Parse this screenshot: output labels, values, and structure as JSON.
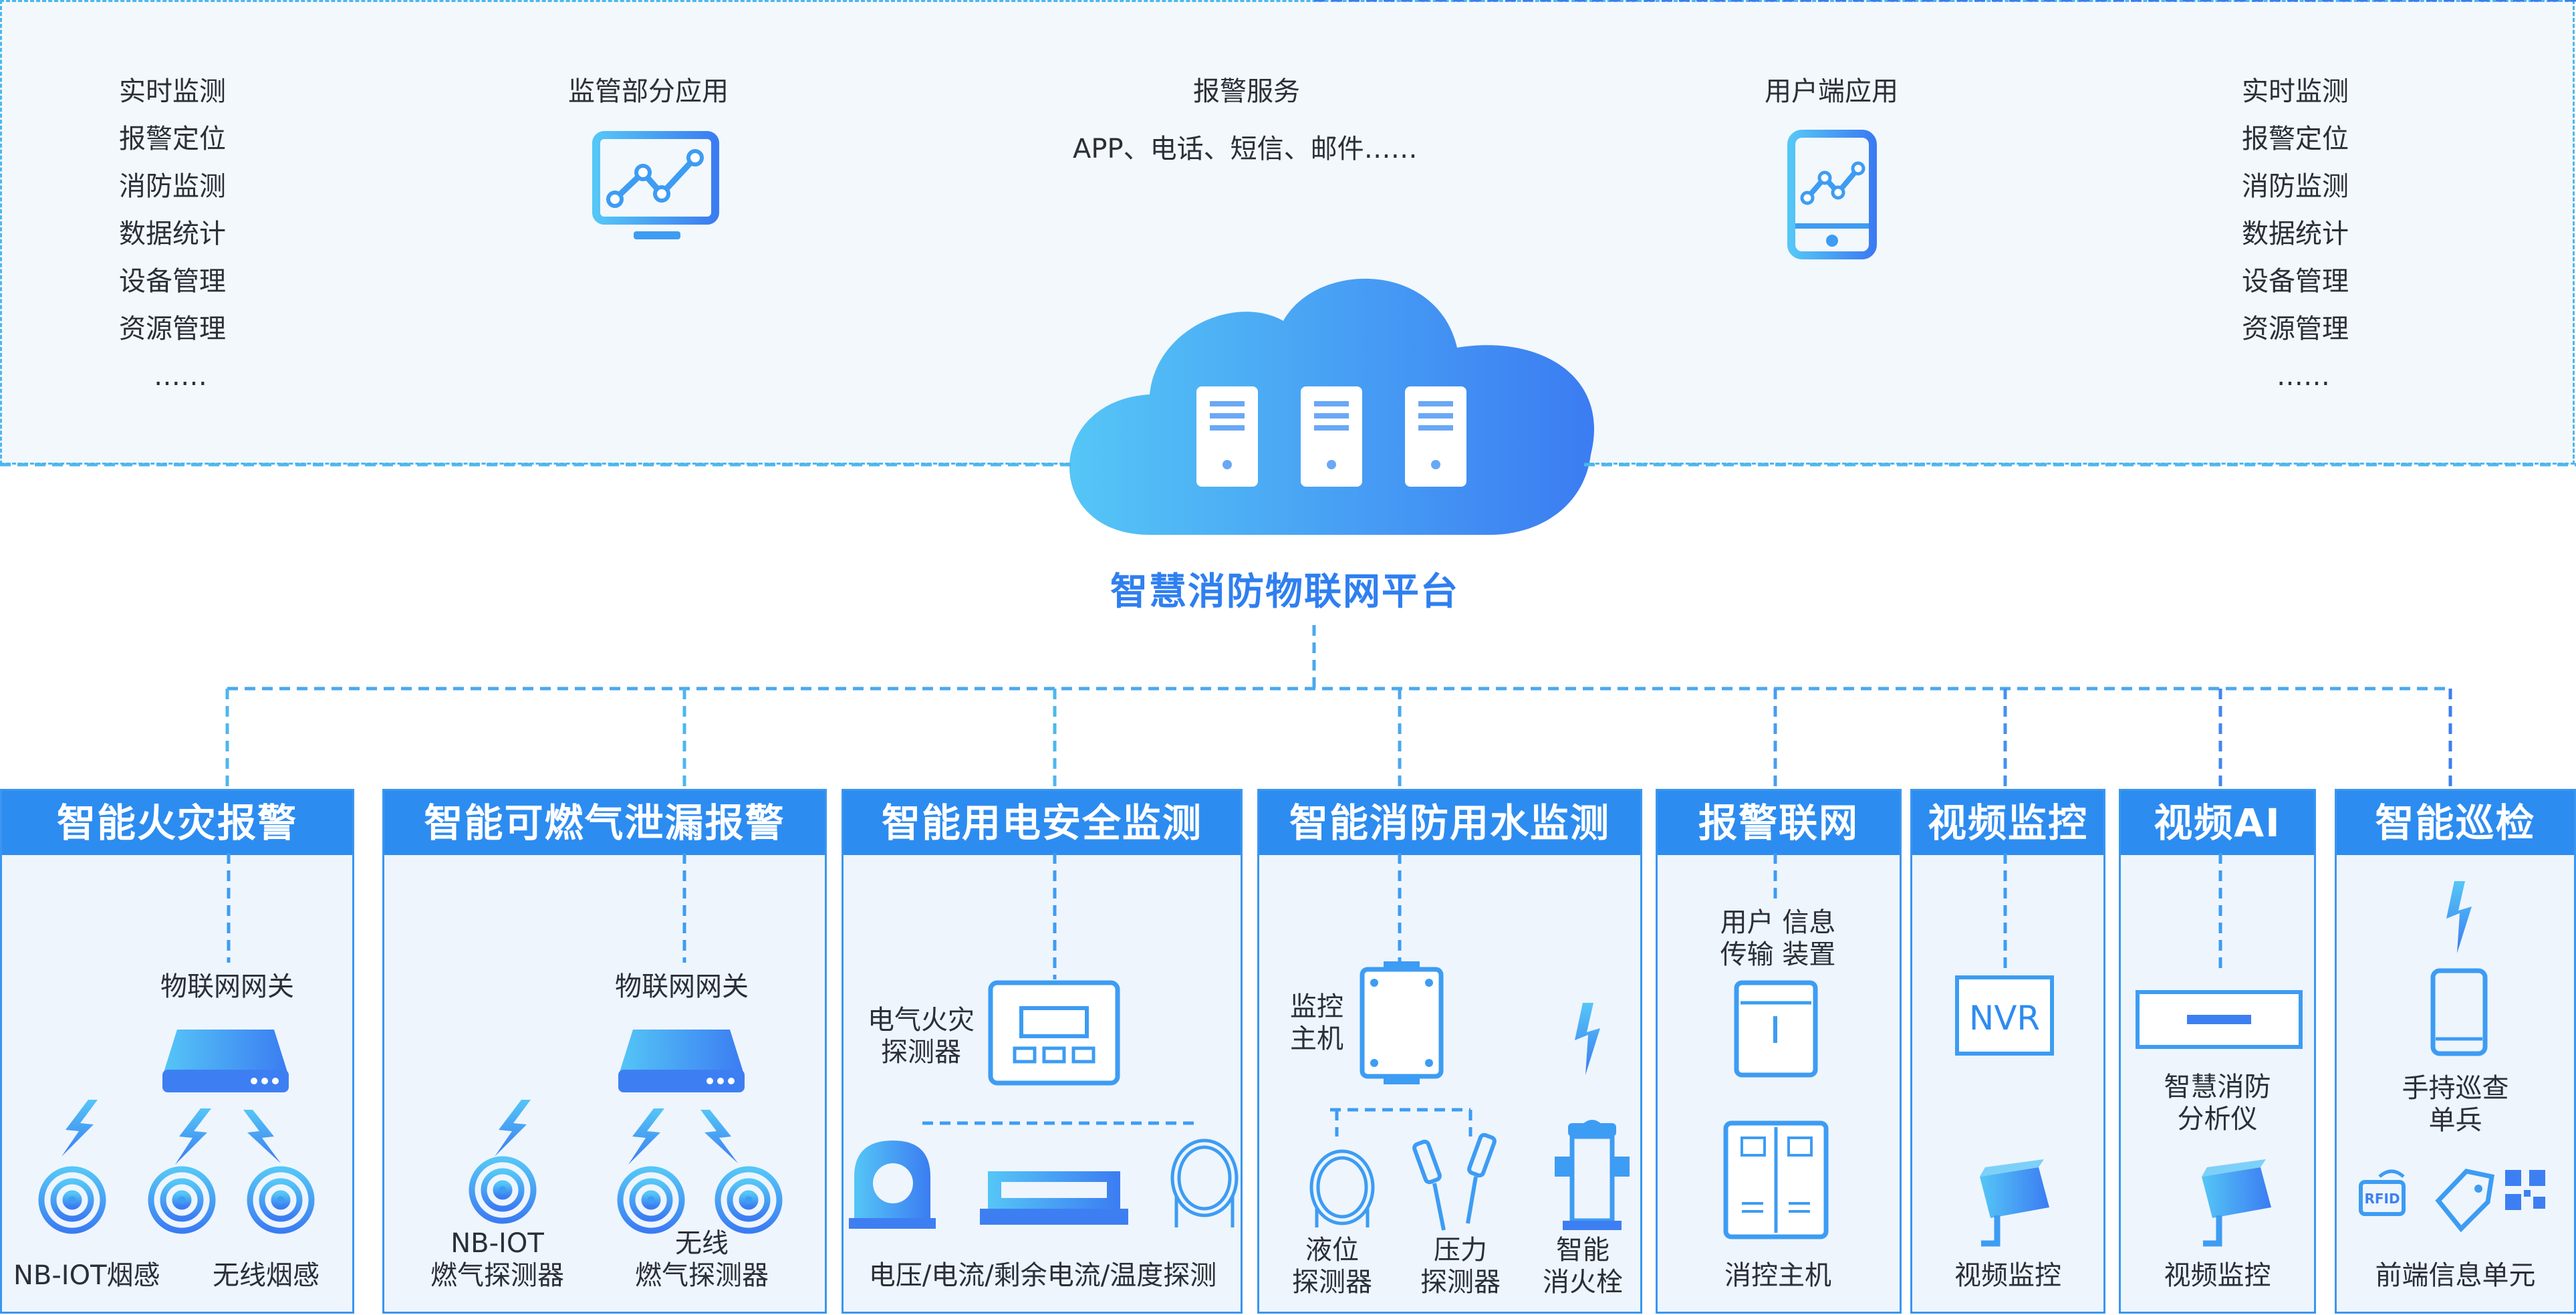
{
  "top": {
    "left_list": [
      "实时监测",
      "报警定位",
      "消防监测",
      "数据统计",
      "设备管理",
      "资源管理",
      "……"
    ],
    "right_list": [
      "实时监测",
      "报警定位",
      "消防监测",
      "数据统计",
      "设备管理",
      "资源管理",
      "……"
    ],
    "supervision_app": "监管部分应用",
    "alarm_service_title": "报警服务",
    "alarm_service_channels": "APP、电话、短信、邮件……",
    "user_app": "用户端应用"
  },
  "platform_title": "智慧消防物联网平台",
  "panels": {
    "fire": {
      "title": "智能火灾报警",
      "gateway": "物联网网关",
      "nb_smoke": "NB-IOT烟感",
      "wireless_smoke": "无线烟感"
    },
    "gas": {
      "title": "智能可燃气泄漏报警",
      "gateway": "物联网网关",
      "nb_gas": "NB-IOT\n燃气探测器",
      "wireless_gas": "无线\n燃气探测器"
    },
    "electric": {
      "title": "智能用电安全监测",
      "detector": "电气火灾\n探测器",
      "sensors": "电压/电流/剩余电流/温度探测"
    },
    "water": {
      "title": "智能消防用水监测",
      "host": "监控\n主机",
      "level": "液位\n探测器",
      "pressure": "压力\n探测器",
      "hydrant": "智能\n消火栓"
    },
    "alarm_net": {
      "title": "报警联网",
      "device": "用户 信息\n传输 装置",
      "host": "消控主机"
    },
    "video": {
      "title": "视频监控",
      "nvr": "NVR",
      "camera": "视频监控"
    },
    "video_ai": {
      "title": "视频AI",
      "analyzer": "智慧消防\n分析仪",
      "camera": "视频监控"
    },
    "patrol": {
      "title": "智能巡检",
      "handheld": "手持巡查\n单兵",
      "frontend": "前端信息单元",
      "rfid": "RFID"
    }
  },
  "colors": {
    "primary": "#2d8cf0",
    "dash": "#4db7ec",
    "icon_light": "#55c3f5",
    "icon_dark": "#3d7ff2"
  }
}
